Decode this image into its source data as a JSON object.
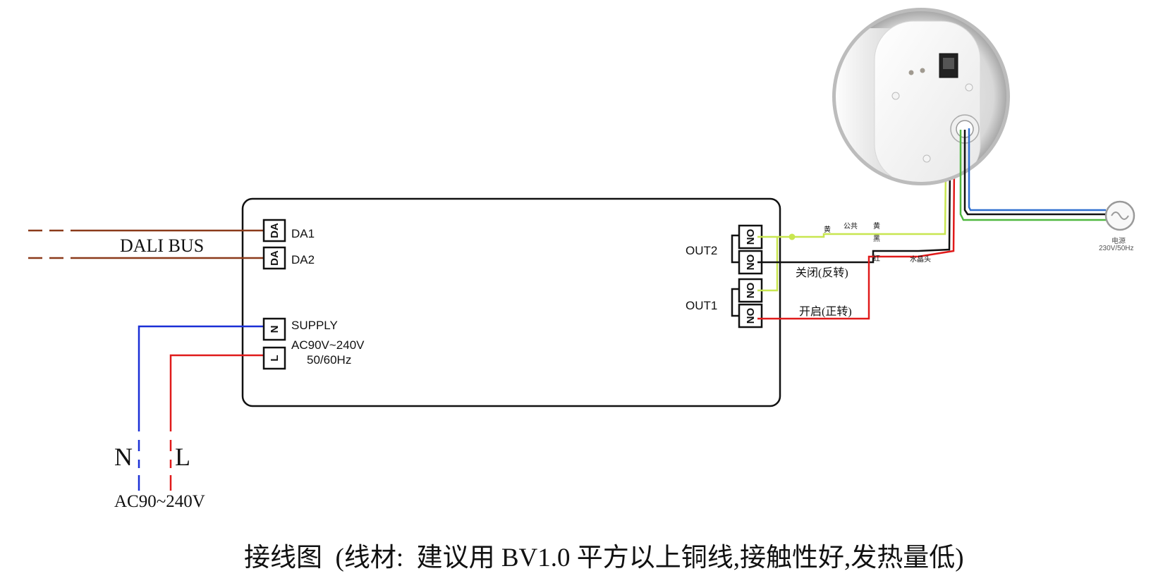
{
  "dali": {
    "bus_label": "DALI BUS",
    "da1_label": "DA1",
    "da2_label": "DA2",
    "terminal_text": "DA"
  },
  "supply": {
    "label": "SUPPLY",
    "voltage": "AC90V~240V",
    "freq": "50/60Hz",
    "n_terminal": "N",
    "l_terminal": "L"
  },
  "mains": {
    "n_label": "N",
    "l_label": "L",
    "voltage": "AC90~240V"
  },
  "outputs": {
    "out2_label": "OUT2",
    "out1_label": "OUT1",
    "terminal_text": "NO"
  },
  "wiring": {
    "close_label": "关闭(反转)",
    "open_label": "开启(正转)",
    "yellow_a": "黄",
    "common": "公共",
    "yellow_b": "黄",
    "black": "黑",
    "red": "红",
    "crystal_head": "水晶头"
  },
  "power_source": {
    "label": "电源",
    "rating": "230V/50Hz"
  },
  "caption": "接线图  (线材:  建议用 BV1.0 平方以上铜线,接触性好,发热量低)",
  "colors": {
    "dali_wire": "#8b3a1a",
    "neutral_wire": "#1a2fd6",
    "live_wire": "#e01a1a",
    "common_wire": "#c8e650",
    "black_wire": "#111111",
    "motor_blue": "#2f6fd0",
    "motor_green": "#4fb840"
  }
}
